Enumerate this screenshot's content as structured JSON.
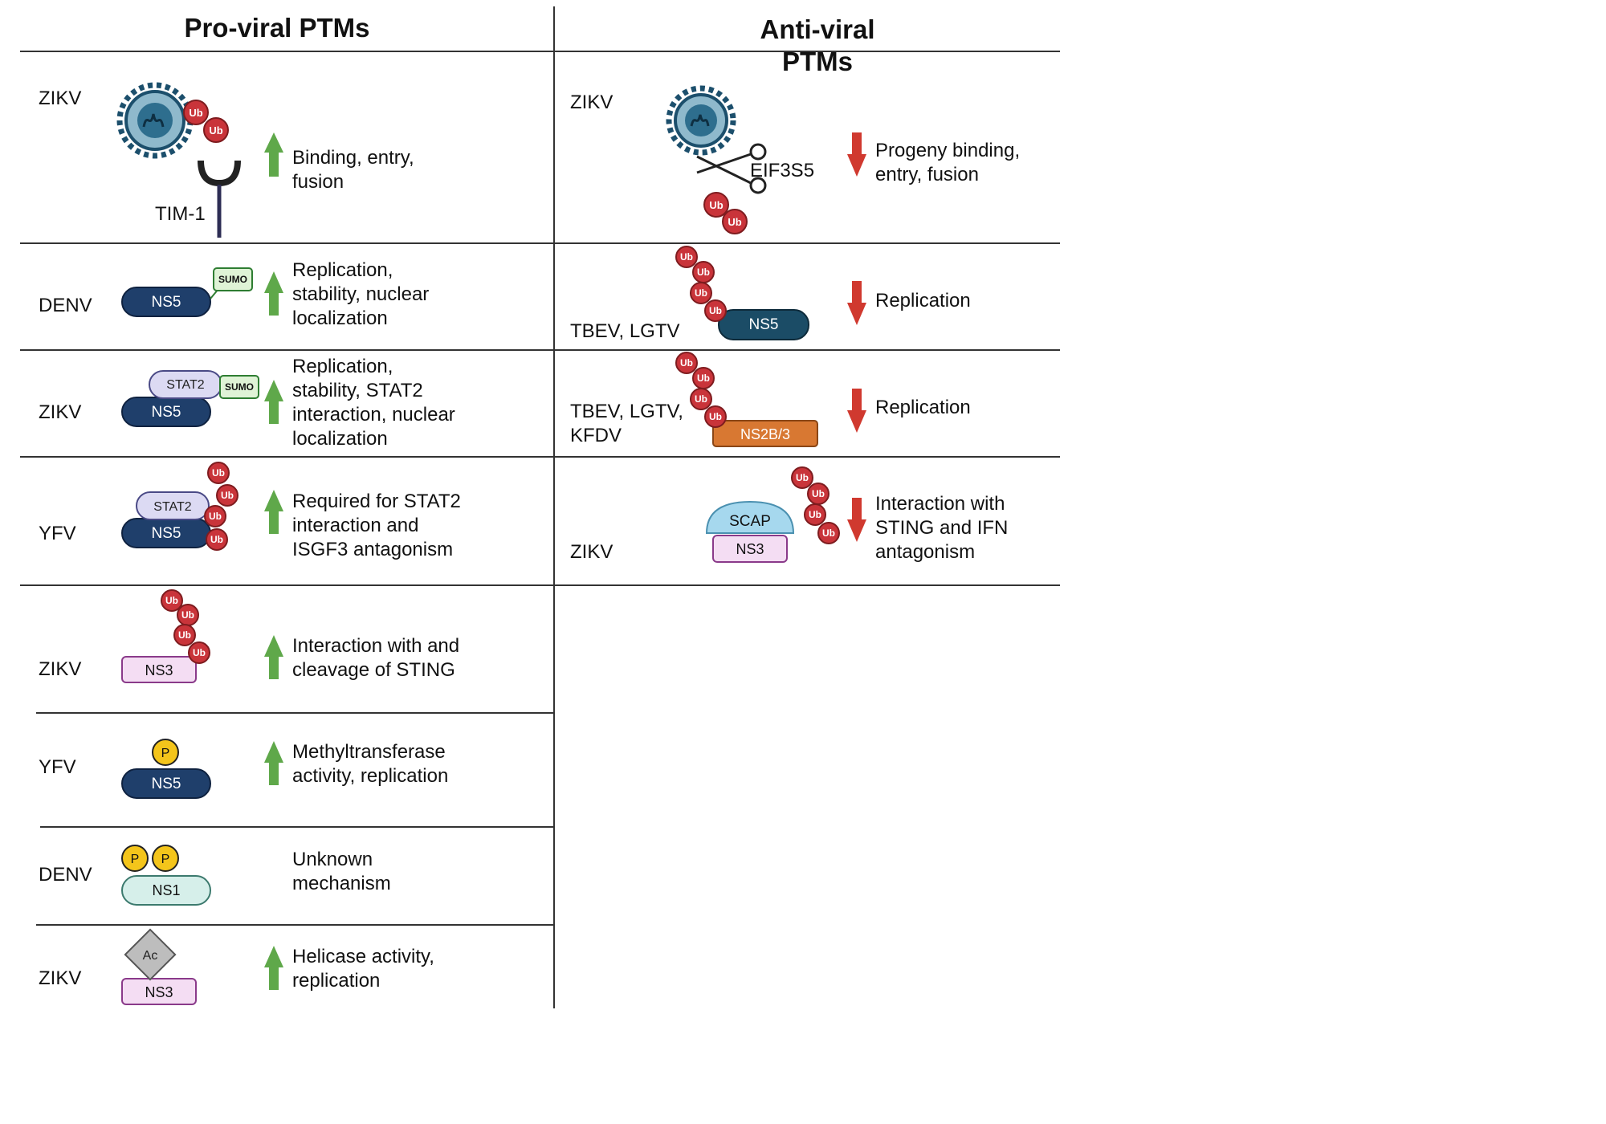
{
  "headers": {
    "pro": "Pro-viral PTMs",
    "anti_line1": "Anti-viral",
    "anti_line2": "PTMs"
  },
  "mods": {
    "ub": "Ub",
    "sumo": "SUMO",
    "p": "P",
    "ac": "Ac"
  },
  "proteins": {
    "tim1": "TIM-1",
    "ns5": "NS5",
    "ns3": "NS3",
    "ns1": "NS1",
    "stat2": "STAT2",
    "eif3s5": "EIF3S5",
    "ns2b3": "NS2B/3",
    "scap": "SCAP"
  },
  "pro_rows": [
    {
      "virus": "ZIKV",
      "effect": [
        "Binding, entry,",
        "fusion"
      ]
    },
    {
      "virus": "DENV",
      "effect": [
        "Replication,",
        "stability, nuclear",
        "localization"
      ]
    },
    {
      "virus": "ZIKV",
      "effect": [
        "Replication,",
        "stability, STAT2",
        "interaction, nuclear",
        "localization"
      ]
    },
    {
      "virus": "YFV",
      "effect": [
        "Required for STAT2",
        "interaction and",
        "ISGF3 antagonism"
      ]
    },
    {
      "virus": "ZIKV",
      "effect": [
        "Interaction with and",
        "cleavage of STING"
      ]
    },
    {
      "virus": "YFV",
      "effect": [
        "Methyltransferase",
        "activity, replication"
      ]
    },
    {
      "virus": "DENV",
      "effect": [
        "Unknown",
        "mechanism"
      ]
    },
    {
      "virus": "ZIKV",
      "effect": [
        "Helicase activity,",
        "replication"
      ]
    }
  ],
  "anti_rows": [
    {
      "virus": [
        "ZIKV"
      ],
      "effect": [
        "Progeny binding,",
        "entry, fusion"
      ]
    },
    {
      "virus": [
        "TBEV, LGTV"
      ],
      "effect": [
        "Replication"
      ]
    },
    {
      "virus": [
        "TBEV, LGTV,",
        "KFDV"
      ],
      "effect": [
        "Replication"
      ]
    },
    {
      "virus": [
        "ZIKV"
      ],
      "effect": [
        "Interaction with",
        "STING and IFN",
        "antagonism"
      ]
    }
  ],
  "colors": {
    "up_arrow": "#5fa84a",
    "down_arrow": "#d0392f",
    "ub": "#c9343a",
    "ns5": "#1f3f6b",
    "ns5_tbev": "#1b4c66",
    "ns3": "#f4ddf3",
    "ns1": "#d6efea",
    "stat2": "#dcdaf3",
    "sumo": "#dff3d6",
    "p": "#f4c51b",
    "ns2b3": "#d87832",
    "scap": "#a6d8ee",
    "virus": "#1c4f6c"
  }
}
